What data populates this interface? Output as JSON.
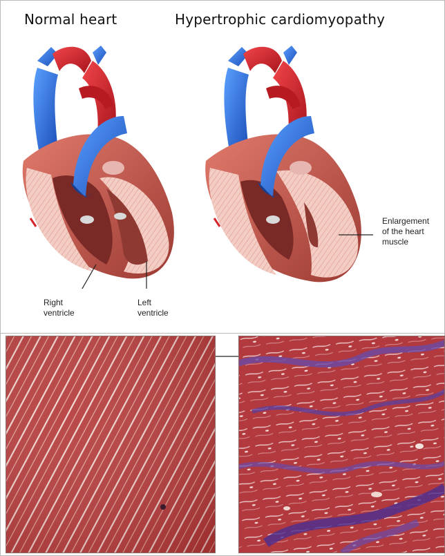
{
  "panels": {
    "normal": {
      "title": "Normal heart"
    },
    "hcm": {
      "title": "Hypertrophic cardiomyopathy"
    }
  },
  "labels": {
    "right_ventricle": {
      "line1": "Right",
      "line2": "ventricle"
    },
    "left_ventricle": {
      "line1": "Left",
      "line2": "ventricle"
    },
    "enlargement": {
      "line1": "Enlargement",
      "line2": "of the heart",
      "line3": "muscle"
    }
  },
  "colors": {
    "aorta": "#d8232a",
    "vena_cava": "#2f6fd6",
    "muscle": "#c8584f",
    "muscle_cut": "#f1c9be",
    "tissue_normal": "#b43a3a",
    "fibrosis": "#6a4aa8"
  }
}
